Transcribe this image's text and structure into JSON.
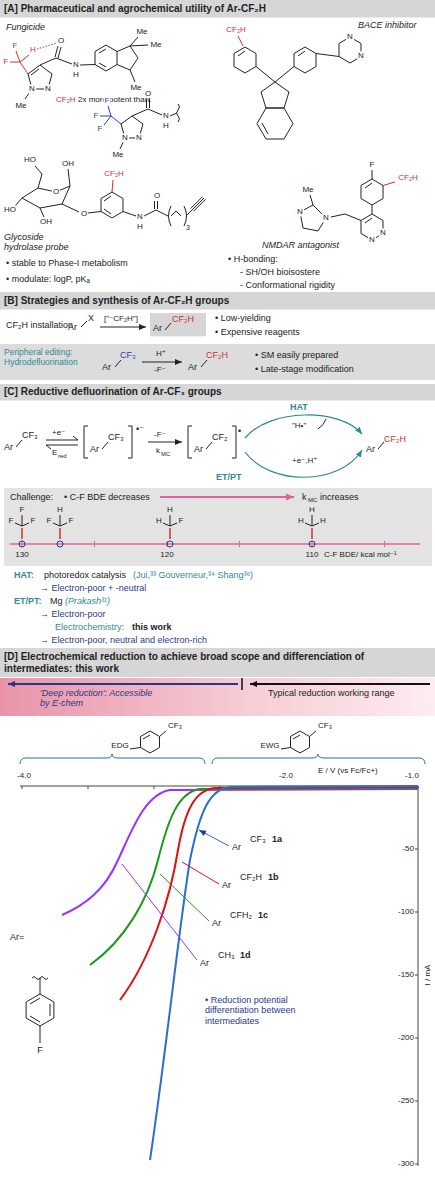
{
  "diagram": {
    "nodes": [
      {
        "text": [
          "[A] Pharmaceutical and agrochemical utility of Ar-CF₂H"
        ]
      },
      {
        "text": [
          "[B] Strategies and synthesis of Ar-CF₂H groups"
        ]
      },
      {
        "text": [
          "Ar",
          "CF₂H"
        ]
      },
      {
        "text": [
          "Peripheral editing: Hydrodefluorination"
        ]
      },
      {
        "text": [
          "[C] Reductive defluorination of Ar-CF₃ groups"
        ]
      },
      {
        "text": [
          "Challenge:",
          "• C-F BDE decreases",
          "k",
          "MC",
          "increases"
        ]
      },
      {
        "text": [
          "[D] Electrochemical reduction to achieve broad scope and differenciation of intermediates: this work"
        ]
      },
      {
        "text": [
          "'Deep reduction': Accessible by E-chem",
          "Typical reduction working range"
        ]
      }
    ],
    "labels": [
      "Fungicide",
      "F",
      "F",
      "H",
      "O",
      "N",
      "N",
      "Me",
      "N",
      "H",
      "Me",
      "Me",
      "Me",
      "CF₂H",
      "2x more potent than:",
      "F",
      "F",
      "F",
      "N",
      "N",
      "Me",
      "O",
      "N",
      "H",
      "HO",
      "OH",
      "O",
      "HO",
      "OH",
      "O",
      "CF₂H",
      "N",
      "H",
      "O",
      "3",
      "Glycoside hydrolase probe",
      "BACE inhibitor",
      "CF₂H",
      "N",
      "N",
      "F",
      "CF₂H",
      "N",
      "N",
      "N",
      "N",
      "Me",
      "NMDAR antagonist",
      "• stable to Phase-I metabolism",
      "• modulate: logP, pKₐ",
      "• H-bonding:",
      "- SH/OH bioisostere",
      "- Conformational rigidity",
      "CF₂H installation",
      "Ar",
      "X",
      "[\"⁻CF₂H\"]",
      "• Low-yielding",
      "• Expensive reagents",
      "Ar",
      "CF₃",
      "H⁺",
      "-F⁻",
      "Ar",
      "CF₂H",
      "• SM easily prepared",
      "• Late-stage modification",
      "Ar",
      "CF₃",
      "+e⁻",
      "E",
      "red",
      "Ar",
      "CF₃",
      "•⁻",
      "-F⁻",
      "k",
      "MC",
      "Ar",
      "CF₂",
      "•",
      "HAT",
      "\"H•\"",
      "Ar",
      "CF₂H",
      "+e⁻,H⁺",
      "ET/PT",
      "F",
      "F",
      "F",
      "H",
      "F",
      "F",
      "H",
      "H",
      "F",
      "H",
      "H",
      "H",
      "130",
      "120",
      "110",
      "C-F BDE/ kcal mol⁻¹",
      "HAT:",
      "photoredox catalysis",
      "(Jui,³³ Gouverneur,³⁴ Shang³⁶)",
      "→ Electron-poor + -neutral",
      "ET/PT:",
      "Mg",
      "(Prakash³¹)",
      "→ Electron-poor",
      "Electrochemistry:",
      "this work",
      "→ Electron-poor, neutral and electron-rich",
      "EDG",
      "CF₃",
      "EWG",
      "CF₃",
      "E / V (vs Fc/Fc+)",
      "-4.0",
      "-2.0",
      "-1.0",
      "-50",
      "-100",
      "-150",
      "-200",
      "-250",
      "-300",
      "I / mA",
      "Ar",
      "CF₃",
      "1a",
      "Ar",
      "CF₂H",
      "1b",
      "Ar",
      "CFH₂",
      "1c",
      "Ar",
      "CH₃",
      "1d",
      "Ar=",
      "F",
      "• Reduction potential differentiation between intermediates"
    ]
  }
}
